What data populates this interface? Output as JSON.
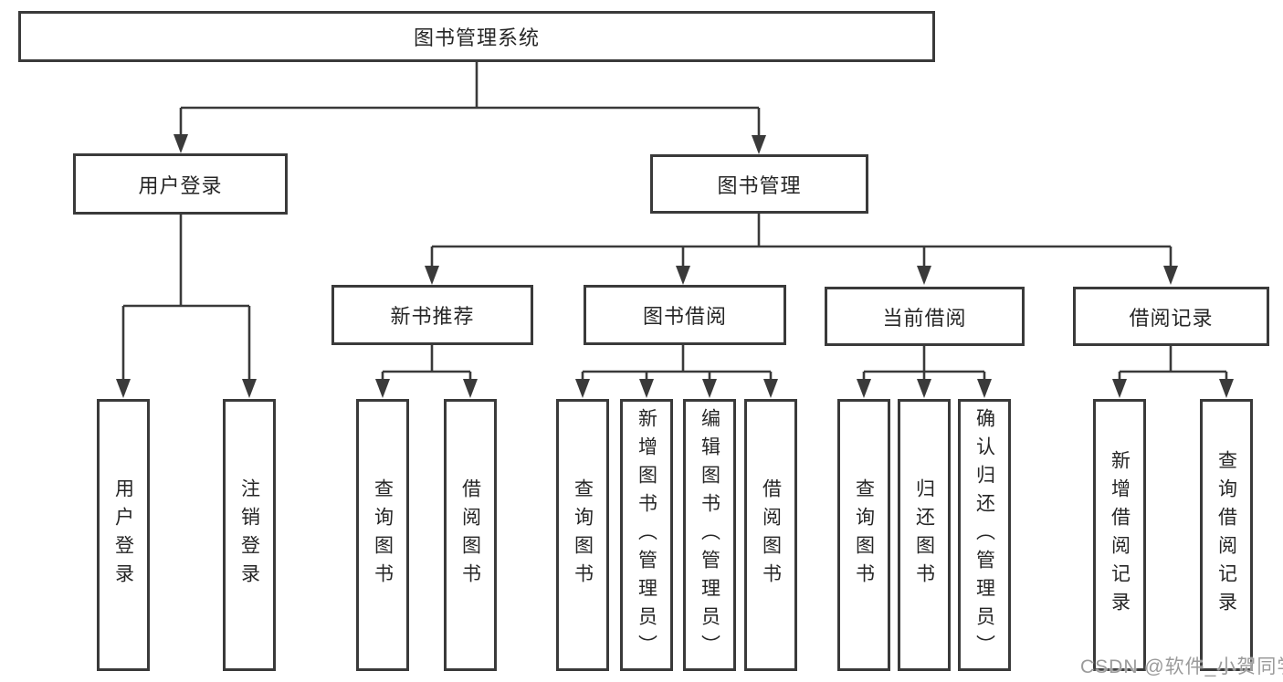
{
  "title": "图书管理系统",
  "nodes": {
    "user_login": "用户登录",
    "book_mgmt": "图书管理",
    "new_book_rec": "新书推荐",
    "book_borrow": "图书借阅",
    "current_borrow": "当前借阅",
    "borrow_records": "借阅记录"
  },
  "leaves": {
    "user_login": [
      "用户登录",
      "注销登录"
    ],
    "new_book_rec": [
      "查询图书",
      "借阅图书"
    ],
    "book_borrow": [
      "查询图书",
      "新增图书（管理员）",
      "编辑图书（管理员）",
      "借阅图书"
    ],
    "current_borrow": [
      "查询图书",
      "归还图书",
      "确认归还（管理员）"
    ],
    "borrow_records": [
      "新增借阅记录",
      "查询借阅记录"
    ]
  },
  "watermark": "CSDN @软件_小贺同学",
  "colors": {
    "line": "#3a3a3a",
    "box_border": "#3a3a3a",
    "text": "#262626",
    "watermark": "#9b9b9b",
    "background": "#ffffff"
  }
}
